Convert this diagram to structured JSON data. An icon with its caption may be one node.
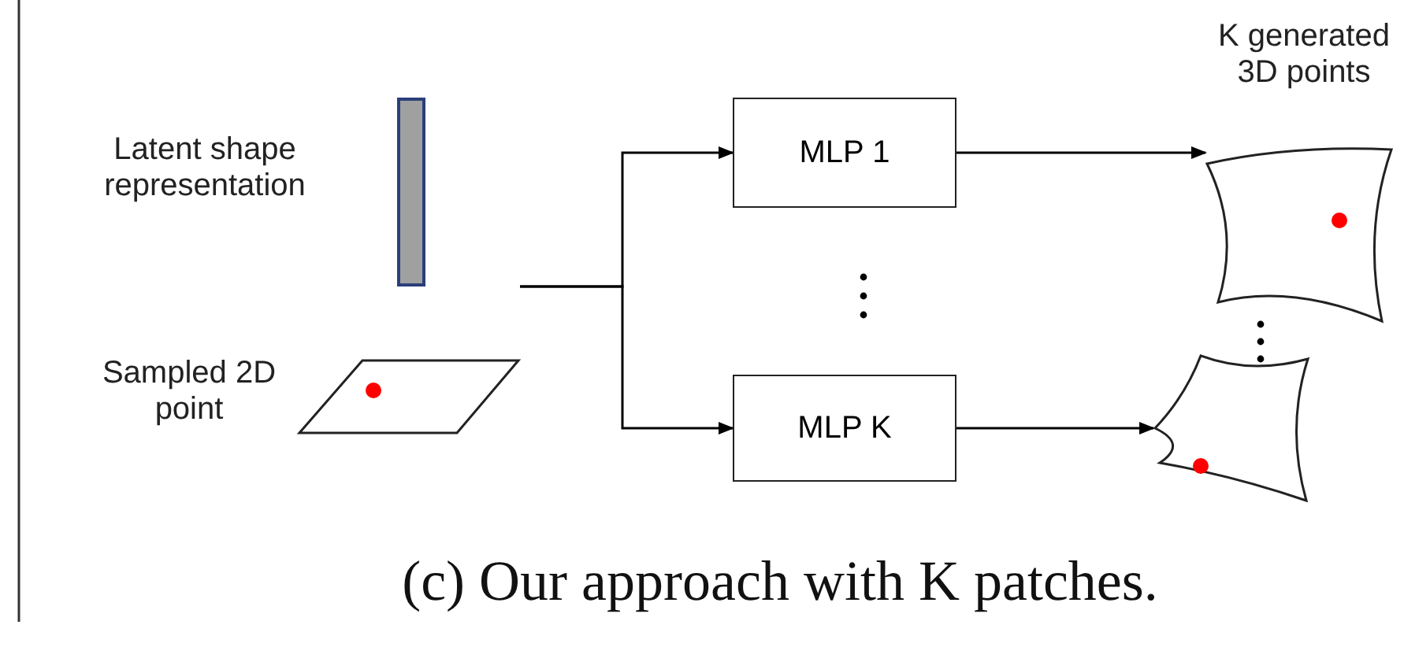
{
  "diagram": {
    "caption": "(c) Our approach with K patches.",
    "nodes": [
      {
        "text": [],
        "shape": "bar",
        "beside": [
          "Latent shape representation"
        ]
      },
      {
        "text": [],
        "shape": "parallelogram",
        "beside": [
          "Sampled 2D point"
        ]
      },
      {
        "text": [
          "MLP 1"
        ]
      },
      {
        "text": [
          "MLP K"
        ]
      },
      {
        "text": [],
        "shape": "picture"
      },
      {
        "text": [],
        "shape": "picture"
      }
    ],
    "edges": [
      {
        "from": null,
        "to": 2,
        "arrow": "to"
      },
      {
        "from": null,
        "to": 3,
        "arrow": "to"
      },
      {
        "from": 2,
        "to": 4,
        "arrow": "to"
      },
      {
        "from": 3,
        "to": 5,
        "arrow": "to"
      }
    ],
    "labels": [
      "K generated 3D points"
    ]
  }
}
